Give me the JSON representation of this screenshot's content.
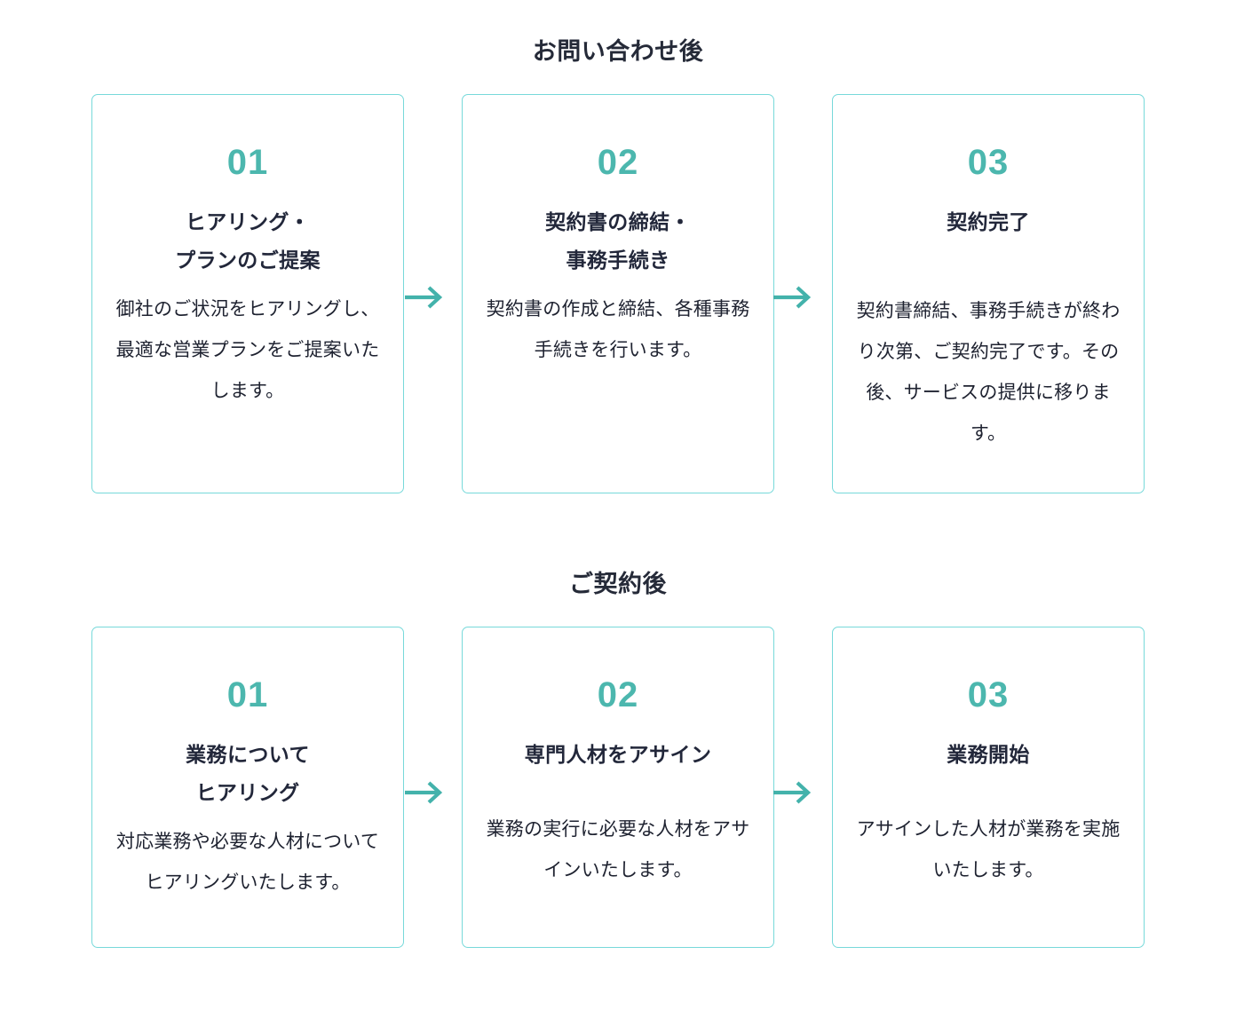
{
  "theme": {
    "accent": "#4cb7ae",
    "card_border": "#77d9da",
    "heading_color": "#252a38",
    "body_color": "#1e2230",
    "background": "#ffffff"
  },
  "sections": [
    {
      "heading": "お問い合わせ後",
      "cards": [
        {
          "number": "01",
          "title": "ヒアリング・\nプランのご提案",
          "description": "御社のご状況をヒアリングし、最適な営業プランをご提案いたします。"
        },
        {
          "number": "02",
          "title": "契約書の締結・\n事務手続き",
          "description": "契約書の作成と締結、各種事務手続きを行います。"
        },
        {
          "number": "03",
          "title": "契約完了",
          "description": "契約書締結、事務手続きが終わり次第、ご契約完了です。その後、サービスの提供に移ります。"
        }
      ],
      "arrows": [
        "arrow-right-icon",
        "arrow-right-icon"
      ]
    },
    {
      "heading": "ご契約後",
      "cards": [
        {
          "number": "01",
          "title": "業務について\nヒアリング",
          "description": "対応業務や必要な人材についてヒアリングいたします。"
        },
        {
          "number": "02",
          "title": "専門人材をアサイン",
          "description": "業務の実行に必要な人材をアサインいたします。"
        },
        {
          "number": "03",
          "title": "業務開始",
          "description": "アサインした人材が業務を実施いたします。"
        }
      ],
      "arrows": [
        "arrow-right-icon",
        "arrow-right-icon"
      ]
    }
  ]
}
